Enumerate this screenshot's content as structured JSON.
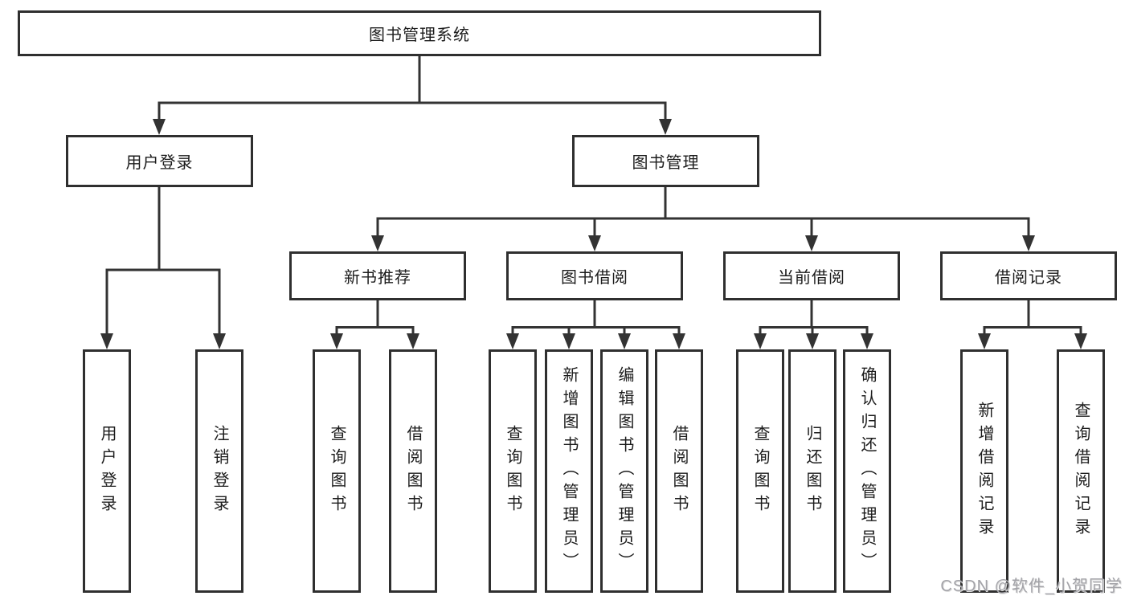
{
  "tree": {
    "label": "图书管理系统",
    "children": [
      {
        "label": "用户登录",
        "children": [
          {
            "label": "用户登录"
          },
          {
            "label": "注销登录"
          }
        ]
      },
      {
        "label": "图书管理",
        "children": [
          {
            "label": "新书推荐",
            "children": [
              {
                "label": "查询图书"
              },
              {
                "label": "借阅图书"
              }
            ]
          },
          {
            "label": "图书借阅",
            "children": [
              {
                "label": "查询图书"
              },
              {
                "label": "新增图书（管理员）"
              },
              {
                "label": "编辑图书（管理员）"
              },
              {
                "label": "借阅图书"
              }
            ]
          },
          {
            "label": "当前借阅",
            "children": [
              {
                "label": "查询图书"
              },
              {
                "label": "归还图书"
              },
              {
                "label": "确认归还（管理员）"
              }
            ]
          },
          {
            "label": "借阅记录",
            "children": [
              {
                "label": "新增借阅记录"
              },
              {
                "label": "查询借阅记录"
              }
            ]
          }
        ]
      }
    ]
  },
  "watermark": {
    "text": "CSDN @软件_小贺同学"
  },
  "colors": {
    "box_border": "#2f2f2f",
    "connector": "#333333",
    "text": "#1c1c1c",
    "watermark": "#a3a3a8",
    "background": "#ffffff"
  }
}
